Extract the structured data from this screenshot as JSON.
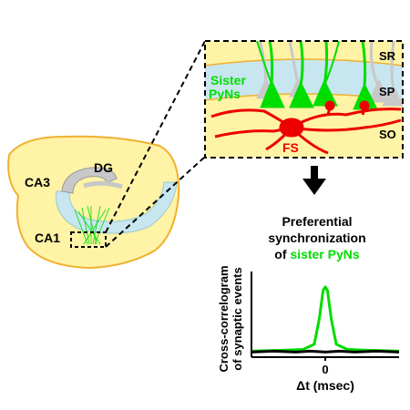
{
  "labels": {
    "dg": "DG",
    "ca3": "CA3",
    "ca1": "CA1",
    "sister_line1": "Sister",
    "sister_line2": "PyNs",
    "fs": "FS",
    "sr": "SR",
    "sp": "SP",
    "so": "SO",
    "result_line1": "Preferential",
    "result_line2": "synchronization",
    "result_line3_prefix": "of ",
    "result_line3_highlight": "sister PyNs",
    "ylabel_line1": "Cross-correlogram",
    "ylabel_line2": "of synaptic events",
    "xtick": "0",
    "xlabel": "Δt (msec)"
  },
  "colors": {
    "sister_pyramidal": "#00dd00",
    "fs_interneuron": "#ee0000",
    "other_pyramidal": "#c8c8c8",
    "tissue_yellow": "#fff3a6",
    "tissue_outline": "#f0b030",
    "layer_blue": "#c8e6f0",
    "text": "#000000"
  },
  "chart_data": {
    "type": "line",
    "title": "",
    "xlabel": "Δt (msec)",
    "ylabel": "Cross-correlogram of synaptic events",
    "x_ticks": [
      "0"
    ],
    "xlim": [
      -1,
      1
    ],
    "ylim": [
      0,
      1
    ],
    "series": [
      {
        "color": "#00dd00",
        "x": [
          -1,
          -0.6,
          -0.3,
          -0.15,
          -0.08,
          -0.03,
          0,
          0.03,
          0.08,
          0.15,
          0.3,
          0.6,
          1
        ],
        "y": [
          0.07,
          0.08,
          0.09,
          0.15,
          0.45,
          0.78,
          0.82,
          0.78,
          0.45,
          0.15,
          0.09,
          0.08,
          0.07
        ]
      },
      {
        "color": "#000000",
        "x": [
          -1,
          -0.7,
          -0.4,
          -0.2,
          0,
          0.2,
          0.4,
          0.7,
          1
        ],
        "y": [
          0.06,
          0.07,
          0.06,
          0.07,
          0.06,
          0.07,
          0.06,
          0.07,
          0.06
        ]
      }
    ]
  }
}
